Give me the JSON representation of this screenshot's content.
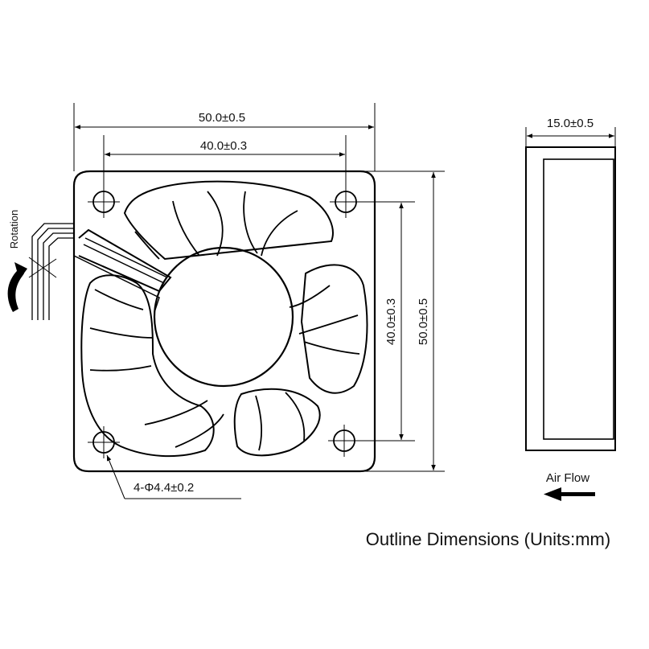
{
  "dimensions": {
    "top_outer": "50.0±0.5",
    "top_inner": "40.0±0.3",
    "side_inner": "40.0±0.3",
    "side_outer": "50.0±0.5",
    "thickness": "15.0±0.5",
    "holes": "4-Φ4.4±0.2"
  },
  "labels": {
    "rotation": "Rotation",
    "air_flow": "Air Flow",
    "caption": "Outline Dimensions (Units:mm)"
  }
}
